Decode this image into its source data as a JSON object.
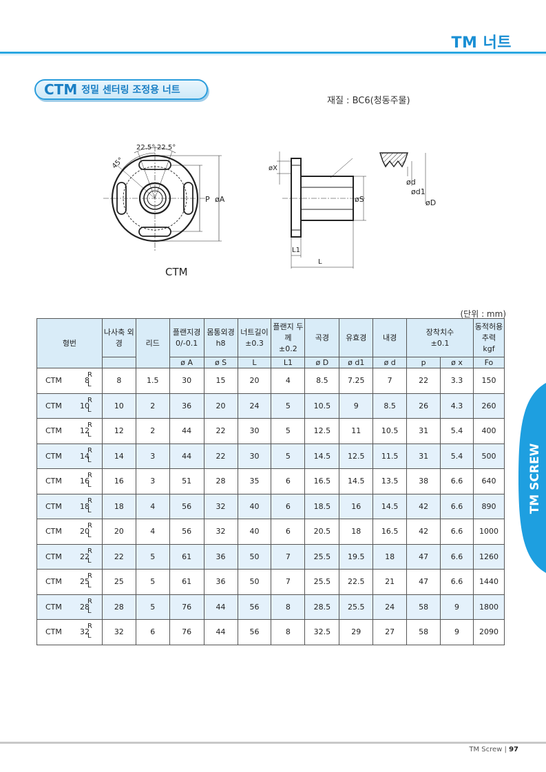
{
  "header": {
    "title": "TM 너트"
  },
  "section": {
    "code": "CTM",
    "title": "정밀 센터링 조정용 너트"
  },
  "material": "재질 : BC6(청동주물)",
  "figure": {
    "caption": "CTM",
    "labels": {
      "angle1": "22.5°",
      "angle2": "22.5°",
      "angle3": "45°",
      "p": "P",
      "a": "øA",
      "x": "øX",
      "s": "øS",
      "d": "ød",
      "d1": "ød1",
      "dd": "øD",
      "l1": "L1",
      "l": "L"
    }
  },
  "unit_note": "(단위 : mm)",
  "table": {
    "headers": {
      "model": "형번",
      "screw_od": "나사축 외경",
      "lead": "리드",
      "flange_dia": "플랜지경",
      "flange_dia_tol": "0/-0.1",
      "body_od": "몸통외경",
      "body_od_tol": "h8",
      "nut_len": "너트길이",
      "nut_len_tol": "±0.3",
      "flange_thk": "플랜지 두께",
      "flange_thk_tol": "±0.2",
      "major_dia": "곡경",
      "effective_dia": "유효경",
      "minor_dia": "내경",
      "mounting": "장착치수",
      "mounting_tol": "±0.1",
      "dynamic_thrust": "동적허용 추력",
      "dynamic_thrust_unit": "kgf"
    },
    "symbols": [
      "ø A",
      "ø S",
      "L",
      "L1",
      "ø D",
      "ø d1",
      "ø d",
      "p",
      "ø x",
      "Fo"
    ],
    "rl_right": "R",
    "rl_left": "L",
    "rows": [
      {
        "name": "CTM",
        "size": "8",
        "screw_od": "8",
        "lead": "1.5",
        "a": "30",
        "s": "15",
        "l": "20",
        "l1": "4",
        "D": "8.5",
        "d1": "7.25",
        "d": "7",
        "p": "22",
        "x": "3.3",
        "fo": "150"
      },
      {
        "name": "CTM",
        "size": "10",
        "screw_od": "10",
        "lead": "2",
        "a": "36",
        "s": "20",
        "l": "24",
        "l1": "5",
        "D": "10.5",
        "d1": "9",
        "d": "8.5",
        "p": "26",
        "x": "4.3",
        "fo": "260"
      },
      {
        "name": "CTM",
        "size": "12",
        "screw_od": "12",
        "lead": "2",
        "a": "44",
        "s": "22",
        "l": "30",
        "l1": "5",
        "D": "12.5",
        "d1": "11",
        "d": "10.5",
        "p": "31",
        "x": "5.4",
        "fo": "400"
      },
      {
        "name": "CTM",
        "size": "14",
        "screw_od": "14",
        "lead": "3",
        "a": "44",
        "s": "22",
        "l": "30",
        "l1": "5",
        "D": "14.5",
        "d1": "12.5",
        "d": "11.5",
        "p": "31",
        "x": "5.4",
        "fo": "500"
      },
      {
        "name": "CTM",
        "size": "16",
        "screw_od": "16",
        "lead": "3",
        "a": "51",
        "s": "28",
        "l": "35",
        "l1": "6",
        "D": "16.5",
        "d1": "14.5",
        "d": "13.5",
        "p": "38",
        "x": "6.6",
        "fo": "640"
      },
      {
        "name": "CTM",
        "size": "18",
        "screw_od": "18",
        "lead": "4",
        "a": "56",
        "s": "32",
        "l": "40",
        "l1": "6",
        "D": "18.5",
        "d1": "16",
        "d": "14.5",
        "p": "42",
        "x": "6.6",
        "fo": "890"
      },
      {
        "name": "CTM",
        "size": "20",
        "screw_od": "20",
        "lead": "4",
        "a": "56",
        "s": "32",
        "l": "40",
        "l1": "6",
        "D": "20.5",
        "d1": "18",
        "d": "16.5",
        "p": "42",
        "x": "6.6",
        "fo": "1000"
      },
      {
        "name": "CTM",
        "size": "22",
        "screw_od": "22",
        "lead": "5",
        "a": "61",
        "s": "36",
        "l": "50",
        "l1": "7",
        "D": "25.5",
        "d1": "19.5",
        "d": "18",
        "p": "47",
        "x": "6.6",
        "fo": "1260"
      },
      {
        "name": "CTM",
        "size": "25",
        "screw_od": "25",
        "lead": "5",
        "a": "61",
        "s": "36",
        "l": "50",
        "l1": "7",
        "D": "25.5",
        "d1": "22.5",
        "d": "21",
        "p": "47",
        "x": "6.6",
        "fo": "1440"
      },
      {
        "name": "CTM",
        "size": "28",
        "screw_od": "28",
        "lead": "5",
        "a": "76",
        "s": "44",
        "l": "56",
        "l1": "8",
        "D": "28.5",
        "d1": "25.5",
        "d": "24",
        "p": "58",
        "x": "9",
        "fo": "1800"
      },
      {
        "name": "CTM",
        "size": "32",
        "screw_od": "32",
        "lead": "6",
        "a": "76",
        "s": "44",
        "l": "56",
        "l1": "8",
        "D": "32.5",
        "d1": "29",
        "d": "27",
        "p": "58",
        "x": "9",
        "fo": "2090"
      }
    ]
  },
  "side_tab": {
    "label": "TM SCREW",
    "color": "#1e9fe0"
  },
  "footer": {
    "brand": "TM Screw",
    "page": "97"
  }
}
